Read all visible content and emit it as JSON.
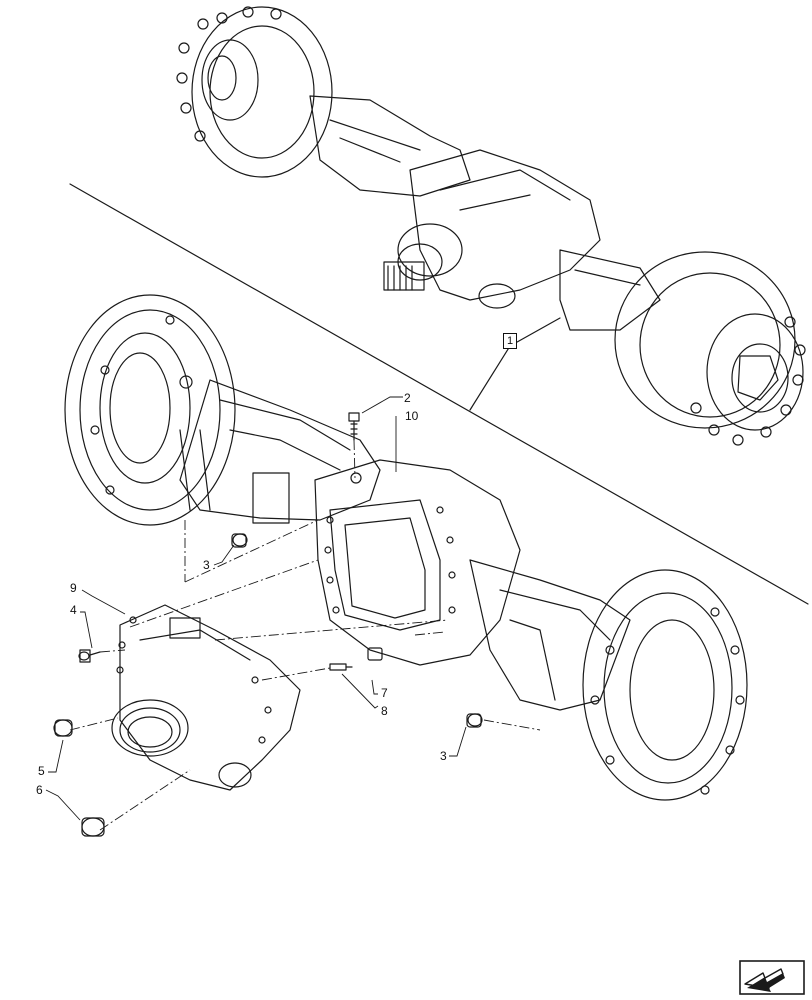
{
  "callouts": {
    "c1": "1",
    "c2": "2",
    "c10": "10",
    "c3a": "3",
    "c9": "9",
    "c4": "4",
    "c7": "7",
    "c8": "8",
    "c5": "5",
    "c6": "6",
    "c3b": "3"
  },
  "icons": {
    "navigation": "page-navigation-arrow-icon"
  }
}
